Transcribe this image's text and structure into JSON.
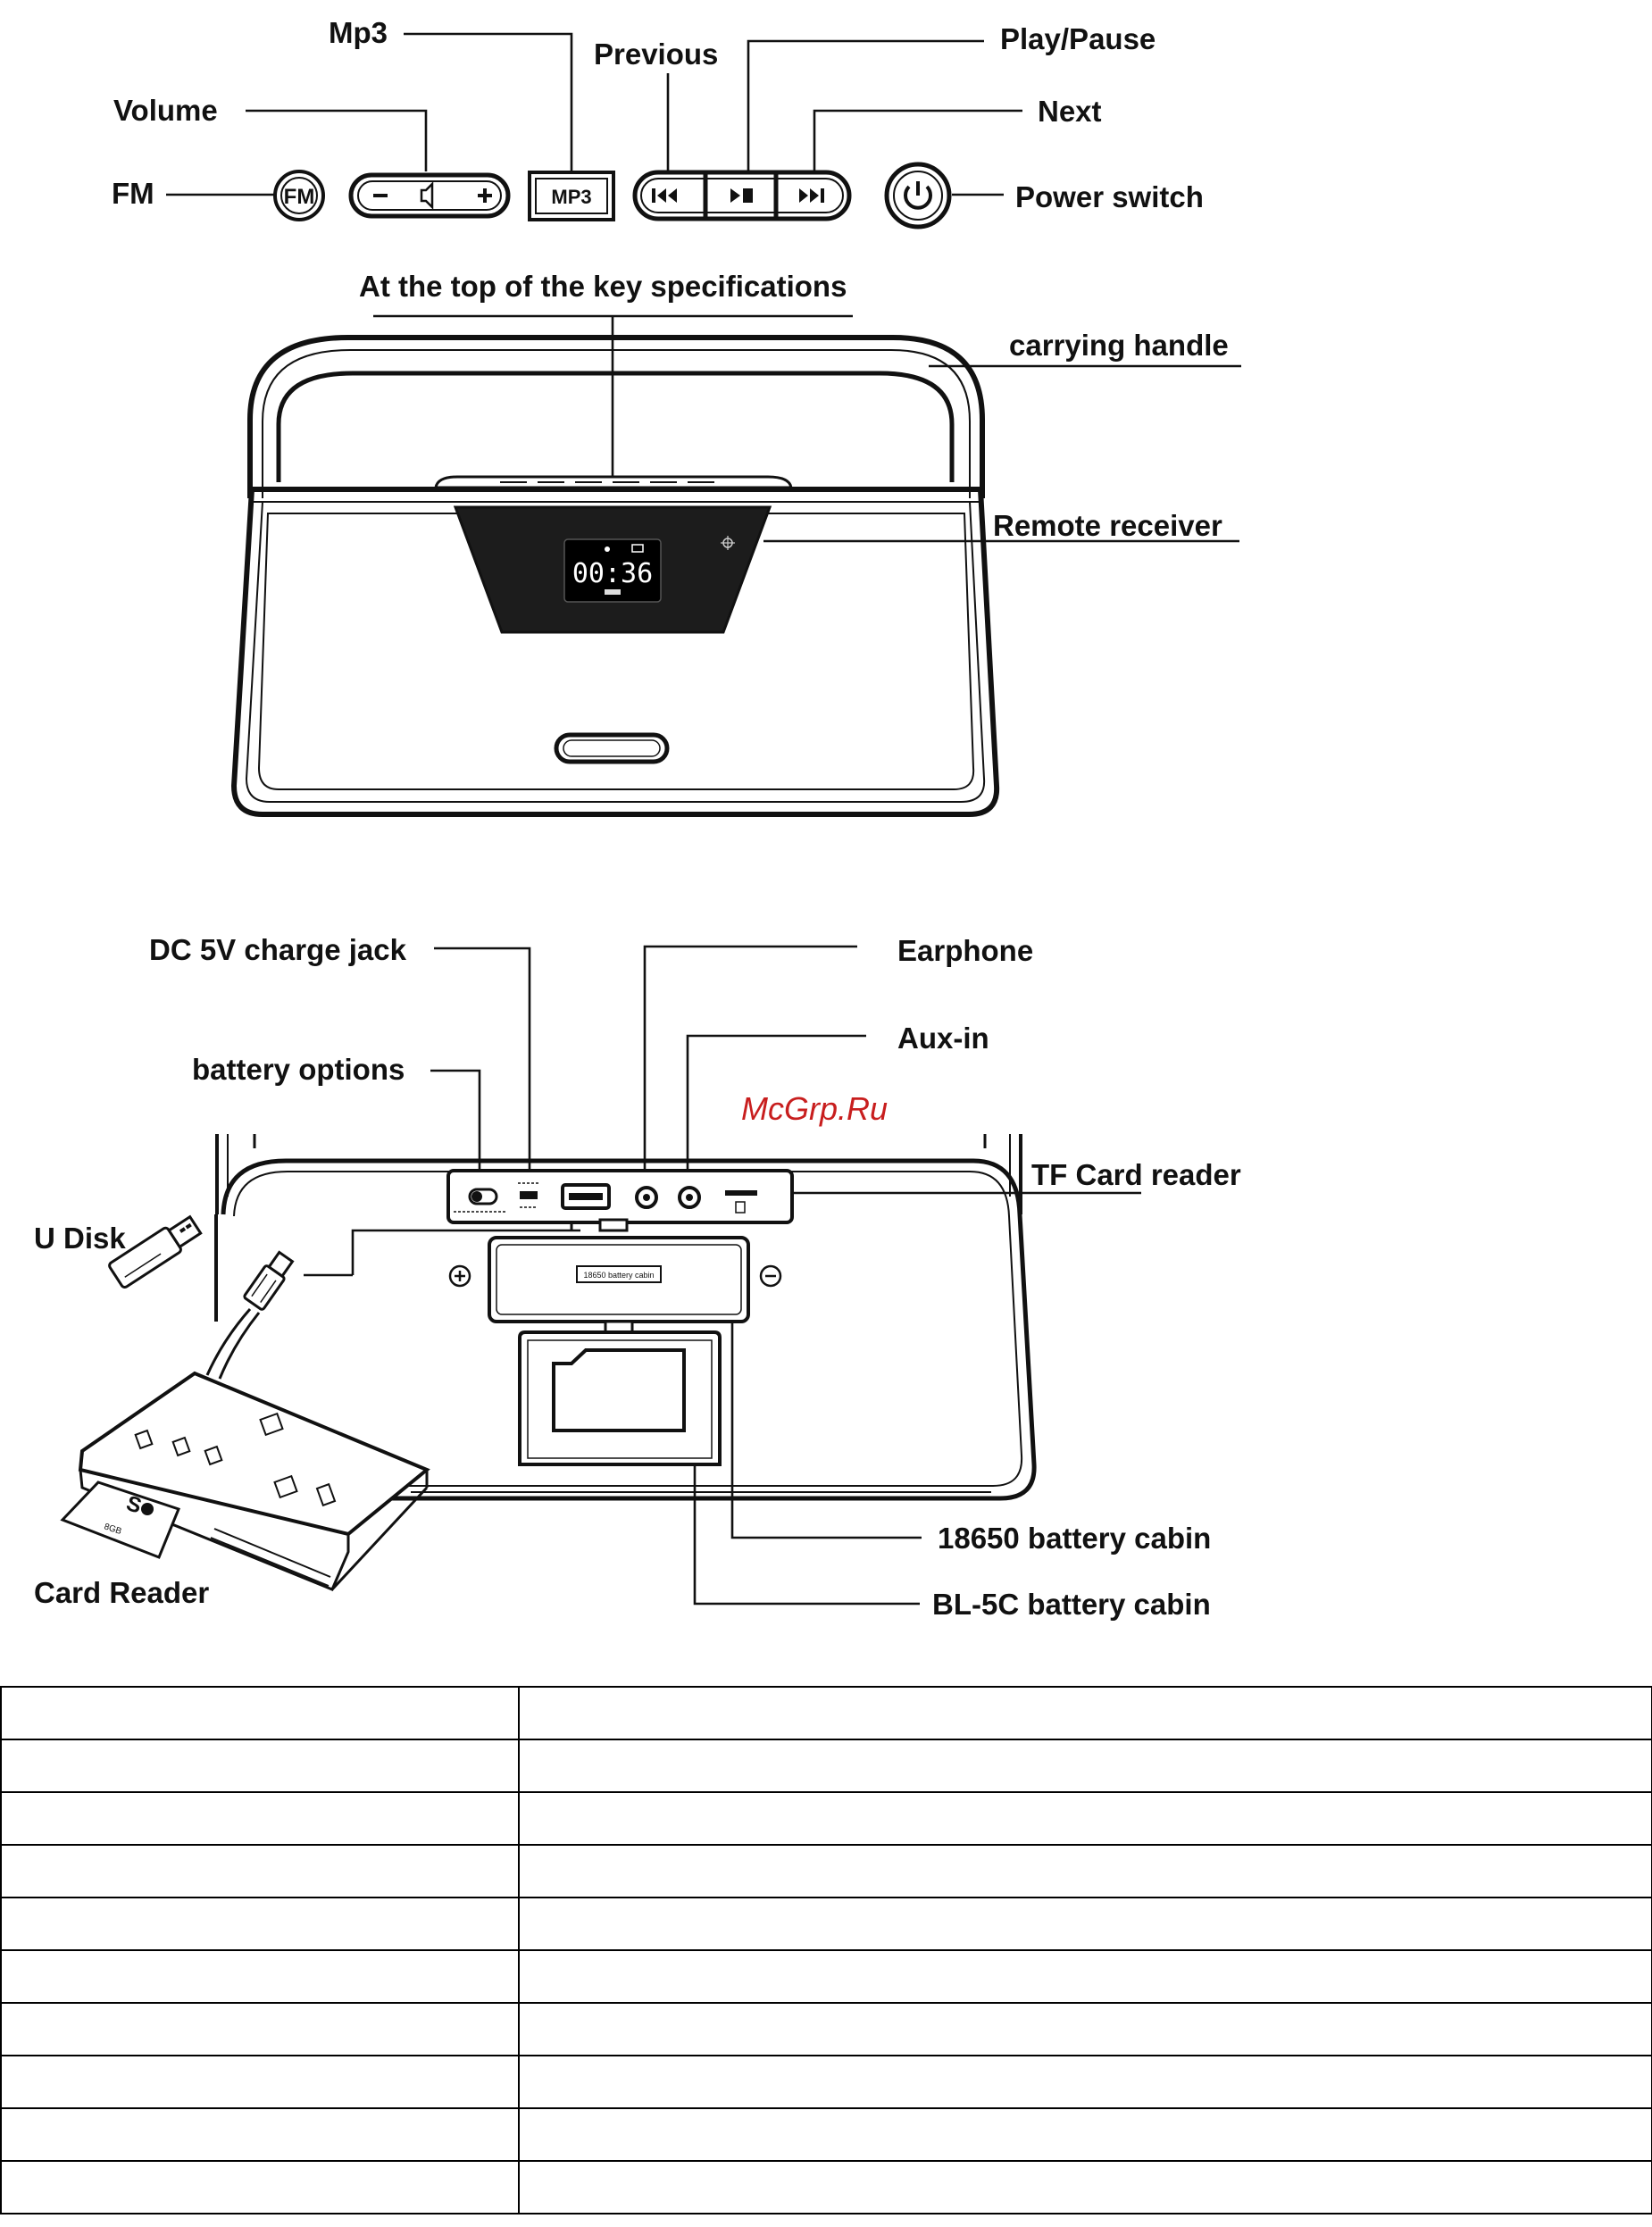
{
  "controls_panel": {
    "labels": {
      "mp3": "Mp3",
      "previous": "Previous",
      "play_pause": "Play/Pause",
      "volume": "Volume",
      "next": "Next",
      "fm": "FM",
      "power_switch": "Power switch"
    },
    "button_text": {
      "fm": "FM",
      "mp3": "MP3"
    }
  },
  "front_view": {
    "labels": {
      "top_keys": "At the top of the key specifications",
      "carrying_handle": "carrying handle",
      "remote_receiver": "Remote receiver"
    },
    "display_time": "00:36"
  },
  "back_view": {
    "labels": {
      "dc_jack": "DC 5V charge jack",
      "earphone": "Earphone",
      "battery_options": "battery options",
      "aux_in": "Aux-in",
      "tf_card_reader": "TF Card reader",
      "u_disk": "U Disk",
      "card_reader": "Card Reader",
      "battery_18650": "18650 battery cabin",
      "battery_bl5c": "BL-5C battery cabin"
    },
    "battery_slot_text": "18650 battery cabin"
  },
  "watermark": "McGrp.Ru",
  "spec_table": {
    "rows": [
      [
        "",
        ""
      ],
      [
        "",
        ""
      ],
      [
        "",
        ""
      ],
      [
        "",
        ""
      ],
      [
        "",
        ""
      ],
      [
        "",
        ""
      ],
      [
        "",
        ""
      ],
      [
        "",
        ""
      ],
      [
        "",
        ""
      ],
      [
        "",
        ""
      ]
    ]
  },
  "colors": {
    "ink": "#111111",
    "watermark": "#c81e1e",
    "display_bg": "#1a1a1a",
    "display_text": "#ffffff"
  }
}
